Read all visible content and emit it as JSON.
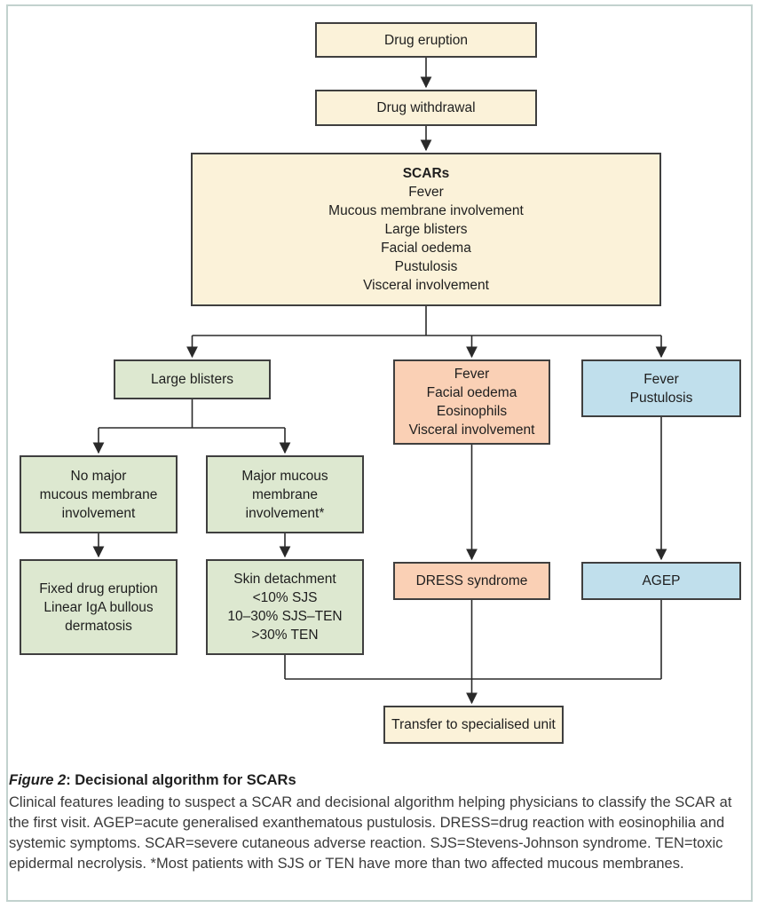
{
  "figure": {
    "caption_label": "Figure 2",
    "caption_title": ": Decisional algorithm for SCARs",
    "caption_body": "Clinical features leading to suspect a SCAR and decisional algorithm helping physicians to classify the SCAR at the first visit. AGEP=acute generalised exanthematous pustulosis. DRESS=drug reaction with eosinophilia and systemic symptoms. SCAR=severe cutaneous adverse reaction. SJS=Stevens-Johnson syndrome. TEN=toxic epidermal necrolysis. *Most patients with SJS or TEN have more than two affected mucous membranes."
  },
  "colors": {
    "cream_box": "#fbf2d9",
    "green_box": "#dde8d0",
    "pink_box": "#fad0b5",
    "blue_box": "#c0dfec",
    "box_border": "#3f3f3f",
    "connector_line": "#2a2a2a",
    "frame_border": "#c2d2ce"
  },
  "nodes": {
    "drug_eruption": {
      "label": "Drug eruption"
    },
    "drug_withdrawal": {
      "label": "Drug withdrawal"
    },
    "scars": {
      "title": "SCARs",
      "lines": [
        "Fever",
        "Mucous membrane involvement",
        "Large blisters",
        "Facial oedema",
        "Pustulosis",
        "Visceral involvement"
      ]
    },
    "large_blisters": {
      "label": "Large blisters"
    },
    "dress_features": {
      "lines": [
        "Fever",
        "Facial oedema",
        "Eosinophils",
        "Visceral involvement"
      ]
    },
    "agep_features": {
      "lines": [
        "Fever",
        "Pustulosis"
      ]
    },
    "no_major_mucous": {
      "lines": [
        "No major",
        "mucous membrane",
        "involvement"
      ]
    },
    "major_mucous": {
      "lines": [
        "Major mucous",
        "membrane",
        "involvement*"
      ]
    },
    "fixed_drug_eruption": {
      "lines": [
        "Fixed drug eruption",
        "Linear IgA bullous",
        "dermatosis"
      ]
    },
    "skin_detachment": {
      "lines": [
        "Skin detachment",
        "<10% SJS",
        "10–30% SJS–TEN",
        ">30% TEN"
      ]
    },
    "dress_syndrome": {
      "label": "DRESS syndrome"
    },
    "agep": {
      "label": "AGEP"
    },
    "transfer": {
      "label": "Transfer to specialised unit"
    }
  }
}
